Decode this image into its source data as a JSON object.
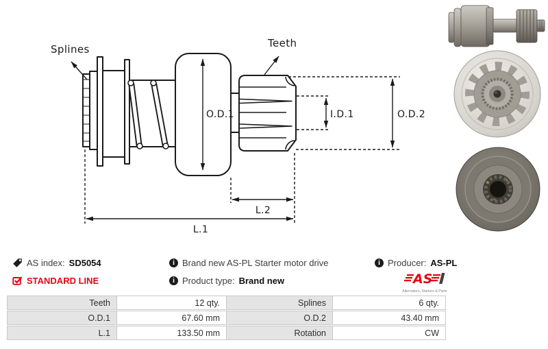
{
  "diagram": {
    "labels": {
      "splines": "Splines",
      "teeth": "Teeth",
      "od1": "O.D.1",
      "id1": "I.D.1",
      "od2": "O.D.2",
      "l2": "L.2",
      "l1": "L.1"
    }
  },
  "info": {
    "as_index_label": "AS index:",
    "as_index_value": "SD5054",
    "standard_line_label": "STANDARD LINE",
    "description": "Brand new AS-PL Starter motor drive",
    "product_type_label": "Product type:",
    "product_type_value": "Brand new",
    "producer_label": "Producer:",
    "producer_value": "AS-PL"
  },
  "logo": {
    "text": "AS",
    "caption": "Alternators, Starters & Parts"
  },
  "icons": {
    "as_index": "tag-icon",
    "standard_line": "checkbox-checked-icon",
    "description": "info-icon",
    "product_type": "info-icon",
    "producer": "info-icon"
  },
  "colors": {
    "accent_red": "#e30613",
    "table_label_bg": "#e4e4e4",
    "table_border": "#c9c9c9",
    "diagram_line": "#1a1a1a"
  },
  "spec_table": {
    "rows": [
      [
        "Teeth",
        "12 qty.",
        "Splines",
        "6 qty."
      ],
      [
        "O.D.1",
        "67.60 mm",
        "O.D.2",
        "43.40 mm"
      ],
      [
        "L.1",
        "133.50 mm",
        "Rotation",
        "CW"
      ]
    ]
  }
}
